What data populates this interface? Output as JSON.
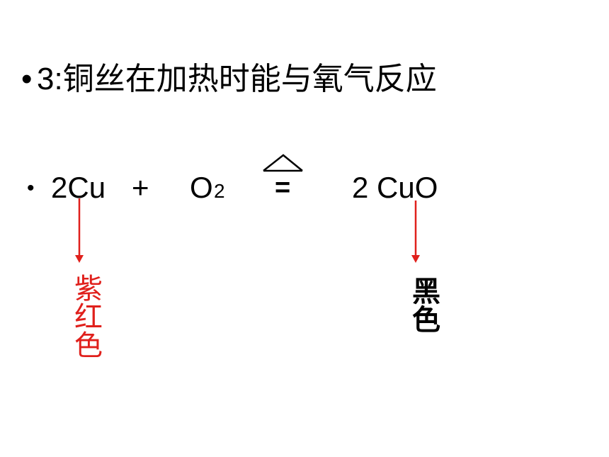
{
  "title": {
    "bullet": "•",
    "text": "3:铜丝在加热时能与氧气反应"
  },
  "equation": {
    "bullet": "•",
    "reactant_1": "2Cu",
    "plus": "+",
    "reactant_2": "O",
    "reactant_2_sub": "2",
    "equals": "=",
    "product": "2 CuO"
  },
  "labels": {
    "cu_color": "紫红色",
    "cuo_color": "黑色"
  },
  "colors": {
    "arrow": "#e0201c",
    "cu_label": "#e0201c",
    "cuo_label": "#000000"
  }
}
